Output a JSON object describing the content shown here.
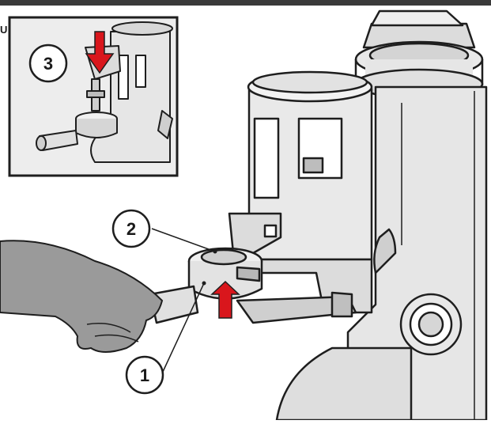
{
  "callouts": {
    "one": "1",
    "two": "2",
    "three": "3"
  },
  "edge_glyph": "U",
  "colors": {
    "line": "#1e1e1e",
    "machine_body": "#e6e6e6",
    "machine_shade": "#c9c9c9",
    "inset_background": "#ededed",
    "hand": "#9a9a9a",
    "arrow": "#d9161c",
    "top_bar": "#3a3a3a"
  },
  "icons": {
    "arrow_up": "arrow-up-icon",
    "arrow_down": "arrow-down-icon"
  }
}
